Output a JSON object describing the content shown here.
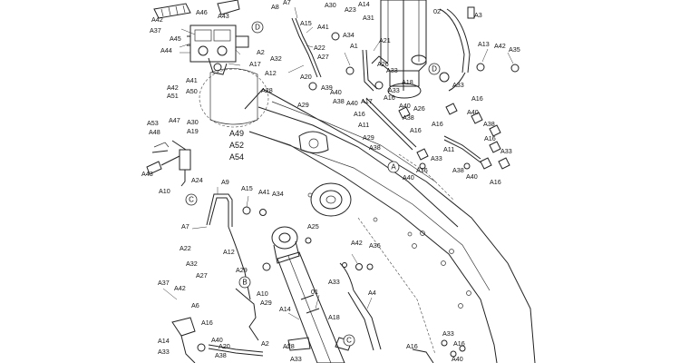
{
  "refs": [
    "A",
    "B",
    "C",
    "D"
  ],
  "labels": {
    "a42_top": "A42",
    "a46": "A46",
    "a43": "A43",
    "a37": "A37",
    "a45": "A45",
    "a44": "A44",
    "a2_tl": "A2",
    "a17_tl": "A17",
    "a41_tl": "A41",
    "a42_tl": "A42",
    "a50": "A50",
    "a28_tl": "A28",
    "a51": "A51",
    "a53": "A53",
    "a47": "A47",
    "a30_l": "A30",
    "a48": "A48",
    "a19": "A19",
    "a43_l": "A43",
    "a24": "A24",
    "a10_l": "A10",
    "a49": "A49",
    "a52": "A52",
    "a54": "A54",
    "a8": "A8",
    "a7_t": "A7",
    "a15_t": "A15",
    "a30_t": "A30",
    "a14_t": "A14",
    "a23": "A23",
    "a31": "A31",
    "a41_t": "A41",
    "a34_t": "A34",
    "a22_t": "A22",
    "a32_t": "A32",
    "a27_t": "A27",
    "a12_t": "A12",
    "a20_t": "A20",
    "a1": "A1",
    "a21": "A21",
    "a26_t": "A26",
    "a33_t": "A33",
    "a18_t": "A18",
    "a39": "A39",
    "a38_t": "A38",
    "a40_t": "A40",
    "a29_t": "A29",
    "a33_t2": "A33",
    "a17_t": "A17",
    "a02": "02",
    "a3": "A3",
    "a13": "A13",
    "a42_r": "A42",
    "a35": "A35",
    "a33_r": "A33",
    "a16_r1": "A16",
    "a16_r2": "A16",
    "a40_r1": "A40",
    "a26_r": "A26",
    "a38_r1": "A38",
    "a16_r3": "A16",
    "a40_r2": "A40",
    "a38_r2": "A38",
    "a11_r1": "A11",
    "a16_r4": "A16",
    "a29_r": "A29",
    "a16_r5": "A16",
    "a11_r2": "A11",
    "a38_r3": "A38",
    "a33_r2": "A33",
    "a40_r3": "A40",
    "a40_r4": "A40",
    "a16_r6": "A16",
    "a16_r7": "A16",
    "a38_r4": "A38",
    "a33_r3": "A33",
    "a16_r8": "A16",
    "a9": "A9",
    "a15_m": "A15",
    "a41_m": "A41",
    "a34_m": "A34",
    "a7_m": "A7",
    "a25": "A25",
    "a22_m": "A22",
    "a12_m": "A12",
    "a32_m": "A32",
    "a29_m": "A29",
    "a27_m": "A27",
    "a42_m": "A42",
    "a36": "A36",
    "a33_m": "A33",
    "b10": "A10",
    "a29_m2": "A29",
    "a01": "01",
    "a4": "A4",
    "a37_b": "A37",
    "a42_b": "A42",
    "a6": "A6",
    "a14_m": "A14",
    "a16_b": "A16",
    "a18_b": "A18",
    "a14_b": "A14",
    "a40_b": "A40",
    "a20_b": "A20",
    "a2_b": "A2",
    "a33_b": "A33",
    "a38_b": "A38",
    "a28_b": "A28",
    "a33_b2": "A33",
    "a16_b2": "A16",
    "a33_b3": "A33",
    "a16_b3": "A16",
    "a40_b2": "A40"
  }
}
